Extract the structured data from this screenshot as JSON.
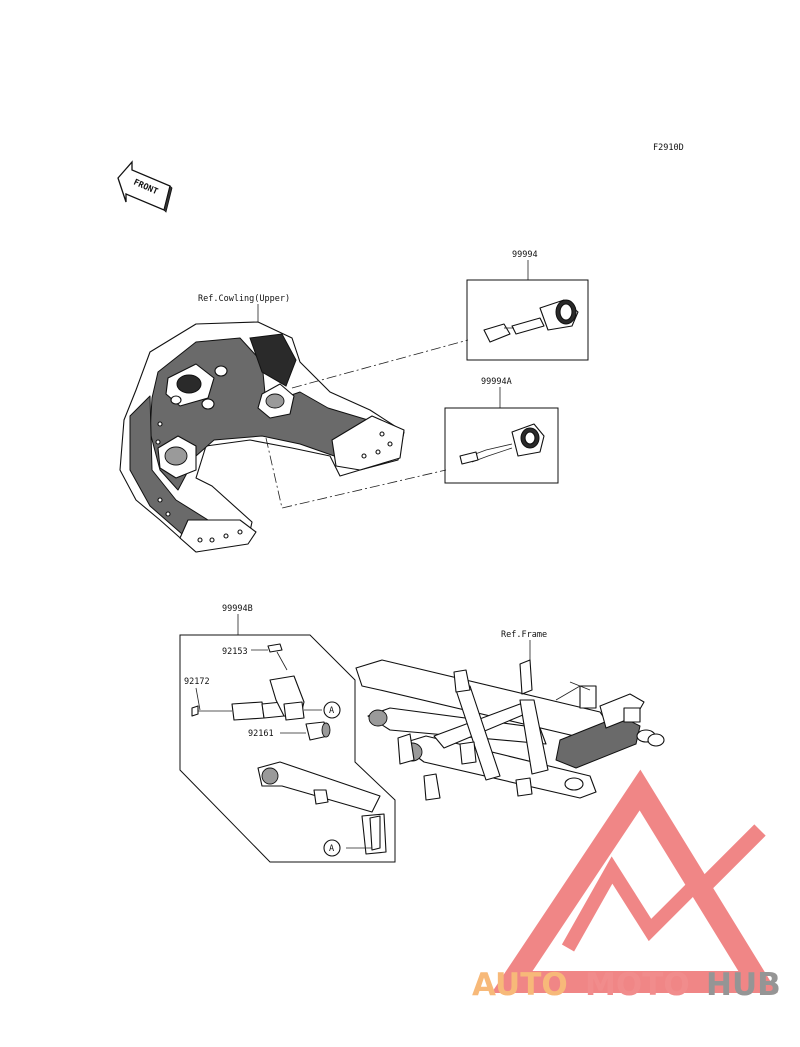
{
  "diagram": {
    "code": "F2910D",
    "front_arrow": "FRONT",
    "ref_cowling": "Ref.Cowling(Upper)",
    "ref_frame": "Ref.Frame",
    "parts": {
      "p99994": "99994",
      "p99994A": "99994A",
      "p99994B": "99994B",
      "p92153": "92153",
      "p92172": "92172",
      "p92161": "92161"
    },
    "connector_a1": "A",
    "connector_a2": "A"
  },
  "watermark": {
    "segment_1": "AUTO",
    "segment_2": "MOTO",
    "segment_3": "HUB",
    "colors": {
      "auto": "#f7b26b",
      "moto": "#f08080",
      "hub": "#8a8a8a",
      "triangle": "#ef7a7a"
    }
  }
}
